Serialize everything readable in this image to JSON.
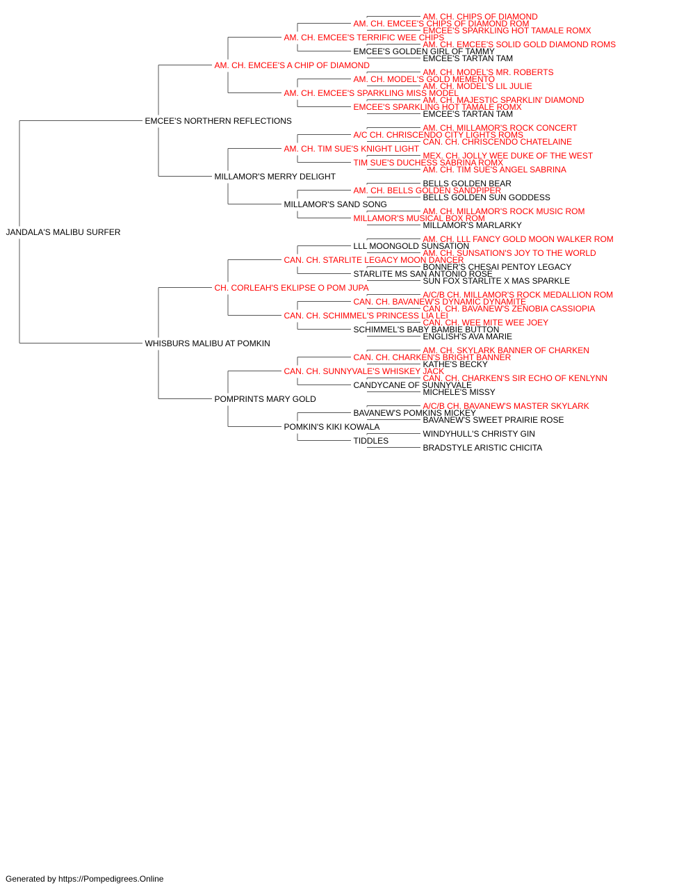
{
  "colors": {
    "champion": "#ff0000",
    "regular": "#000000",
    "connector": "#555555"
  },
  "footer": "Generated by https://Pompedigrees.Online",
  "pedigree": {
    "name": "JANDALA'S MALIBU SURFER",
    "champion": false,
    "sire": {
      "name": "EMCEE'S NORTHERN REFLECTIONS",
      "champion": false,
      "sire": {
        "name": "AM. CH. EMCEE'S A CHIP OF DIAMOND",
        "champion": true,
        "sire": {
          "name": "AM. CH. EMCEE'S TERRIFIC WEE CHIPS",
          "champion": true,
          "sire": {
            "name": "AM. CH. EMCEE'S CHIPS OF DIAMOND ROM",
            "champion": true,
            "sire": {
              "name": "AM. CH. CHIPS OF DIAMOND",
              "champion": true
            },
            "dam": {
              "name": "EMCEE'S SPARKLING HOT TAMALE ROMX",
              "champion": true
            }
          },
          "dam": {
            "name": "EMCEE'S GOLDEN GIRL OF TAMMY",
            "champion": false,
            "sire": {
              "name": "AM. CH. EMCEE'S SOLID GOLD DIAMOND ROMS",
              "champion": true
            },
            "dam": {
              "name": "EMCEE'S TARTAN TAM",
              "champion": false
            }
          }
        },
        "dam": {
          "name": "AM. CH. EMCEE'S SPARKLING MISS MODEL",
          "champion": true,
          "sire": {
            "name": "AM. CH. MODEL'S GOLD MEMENTO",
            "champion": true,
            "sire": {
              "name": "AM. CH. MODEL'S MR. ROBERTS",
              "champion": true
            },
            "dam": {
              "name": "AM. CH. MODEL'S LIL JULIE",
              "champion": true
            }
          },
          "dam": {
            "name": "EMCEE'S SPARKLING HOT TAMALE ROMX",
            "champion": true,
            "sire": {
              "name": "AM. CH. MAJESTIC SPARKLIN' DIAMOND",
              "champion": true
            },
            "dam": {
              "name": "EMCEE'S TARTAN TAM",
              "champion": false
            }
          }
        }
      },
      "dam": {
        "name": "MILLAMOR'S MERRY DELIGHT",
        "champion": false,
        "sire": {
          "name": "AM. CH. TIM SUE'S KNIGHT LIGHT",
          "champion": true,
          "sire": {
            "name": "A/C CH. CHRISCENDO CITY LIGHTS ROMS",
            "champion": true,
            "sire": {
              "name": "AM. CH. MILLAMOR'S ROCK CONCERT",
              "champion": true
            },
            "dam": {
              "name": "CAN. CH. CHRISCENDO CHATELAINE",
              "champion": true
            }
          },
          "dam": {
            "name": "TIM SUE'S DUCHESS SABRINA ROMX",
            "champion": true,
            "sire": {
              "name": "MEX. CH. JOLLY WEE DUKE OF THE WEST",
              "champion": true
            },
            "dam": {
              "name": "AM. CH. TIM SUE'S ANGEL SABRINA",
              "champion": true
            }
          }
        },
        "dam": {
          "name": "MILLAMOR'S SAND SONG",
          "champion": false,
          "sire": {
            "name": "AM. CH. BELLS GOLDEN SANDPIPER",
            "champion": true,
            "sire": {
              "name": "BELLS GOLDEN BEAR",
              "champion": false
            },
            "dam": {
              "name": "BELLS GOLDEN SUN GODDESS",
              "champion": false
            }
          },
          "dam": {
            "name": "MILLAMOR'S MUSICAL BOX ROM",
            "champion": true,
            "sire": {
              "name": "AM. CH. MILLAMOR'S ROCK MUSIC ROM",
              "champion": true
            },
            "dam": {
              "name": "MILLAMOR'S MARLARKY",
              "champion": false
            }
          }
        }
      }
    },
    "dam": {
      "name": "WHISBURS MALIBU AT POMKIN",
      "champion": false,
      "sire": {
        "name": "CH. CORLEAH'S EKLIPSE O POM JUPA",
        "champion": true,
        "sire": {
          "name": "CAN. CH. STARLITE LEGACY MOON DANCER",
          "champion": true,
          "sire": {
            "name": "LLL MOONGOLD SUNSATION",
            "champion": false,
            "sire": {
              "name": "AM. CH. LLL FANCY GOLD MOON WALKER ROM",
              "champion": true
            },
            "dam": {
              "name": "AM. CH. SUNSATION'S JOY TO THE WORLD",
              "champion": true
            }
          },
          "dam": {
            "name": "STARLITE MS SAN ANTONIO ROSE",
            "champion": false,
            "sire": {
              "name": "BONNER'S CHESAI PENTOY LEGACY",
              "champion": false
            },
            "dam": {
              "name": "SUN FOX STARLITE X MAS SPARKLE",
              "champion": false
            }
          }
        },
        "dam": {
          "name": "CAN. CH. SCHIMMEL'S PRINCESS LIA LEI",
          "champion": true,
          "sire": {
            "name": "CAN. CH. BAVANEW'S DYNAMIC DYNAMITE",
            "champion": true,
            "sire": {
              "name": "A/C/B CH. MILLAMOR'S ROCK MEDALLION ROM",
              "champion": true
            },
            "dam": {
              "name": "CAN. CH. BAVANEW'S ZENOBIA CASSIOPIA",
              "champion": true
            }
          },
          "dam": {
            "name": "SCHIMMEL'S BABY BAMBIE BUTTON",
            "champion": false,
            "sire": {
              "name": "CAN. CH. WEE MITE WEE JOEY",
              "champion": true
            },
            "dam": {
              "name": "ENGLISH'S AVA MARIE",
              "champion": false
            }
          }
        }
      },
      "dam": {
        "name": "POMPRINTS MARY GOLD",
        "champion": false,
        "sire": {
          "name": "CAN. CH. SUNNYVALE'S WHISKEY JACK",
          "champion": true,
          "sire": {
            "name": "CAN. CH. CHARKEN'S BRIGHT BANNER",
            "champion": true,
            "sire": {
              "name": "AM. CH. SKYLARK BANNER OF CHARKEN",
              "champion": true
            },
            "dam": {
              "name": "KATHE'S BECKY",
              "champion": false
            }
          },
          "dam": {
            "name": "CANDYCANE OF SUNNYVALE",
            "champion": false,
            "sire": {
              "name": "CAN. CH. CHARKEN'S SIR ECHO OF KENLYNN",
              "champion": true
            },
            "dam": {
              "name": "MICHELE'S MISSY",
              "champion": false
            }
          }
        },
        "dam": {
          "name": "POMKIN'S KIKI KOWALA",
          "champion": false,
          "sire": {
            "name": "BAVANEW'S POMKINS MICKEY",
            "champion": false,
            "sire": {
              "name": "A/C/B CH. BAVANEW'S MASTER SKYLARK",
              "champion": true
            },
            "dam": {
              "name": "BAVANEW'S SWEET PRAIRIE ROSE",
              "champion": false
            }
          },
          "dam": {
            "name": "TIDDLES",
            "champion": false,
            "sire": {
              "name": "WINDYHULL'S CHRISTY GIN",
              "champion": false
            },
            "dam": {
              "name": "BRADSTYLE ARISTIC CHICITA",
              "champion": false
            }
          }
        }
      }
    }
  }
}
